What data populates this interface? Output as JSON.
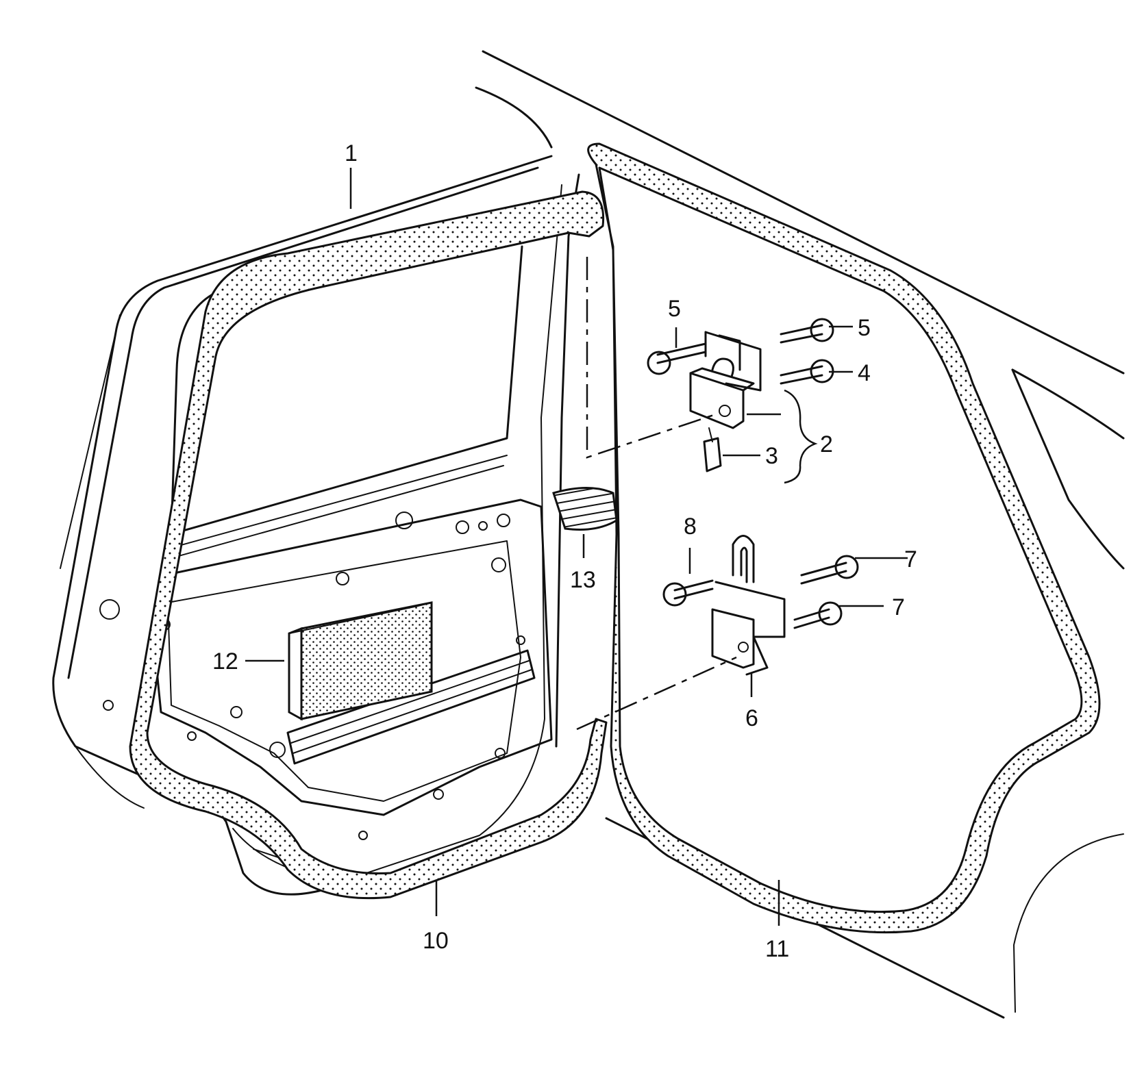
{
  "diagram": {
    "callouts": [
      {
        "id": "1",
        "text": "1"
      },
      {
        "id": "2",
        "text": "2"
      },
      {
        "id": "3",
        "text": "3"
      },
      {
        "id": "4",
        "text": "4"
      },
      {
        "id": "5a",
        "text": "5"
      },
      {
        "id": "5b",
        "text": "5"
      },
      {
        "id": "6",
        "text": "6"
      },
      {
        "id": "7a",
        "text": "7"
      },
      {
        "id": "7b",
        "text": "7"
      },
      {
        "id": "8",
        "text": "8"
      },
      {
        "id": "10",
        "text": "10"
      },
      {
        "id": "11",
        "text": "11"
      },
      {
        "id": "12",
        "text": "12"
      },
      {
        "id": "13",
        "text": "13"
      }
    ]
  }
}
